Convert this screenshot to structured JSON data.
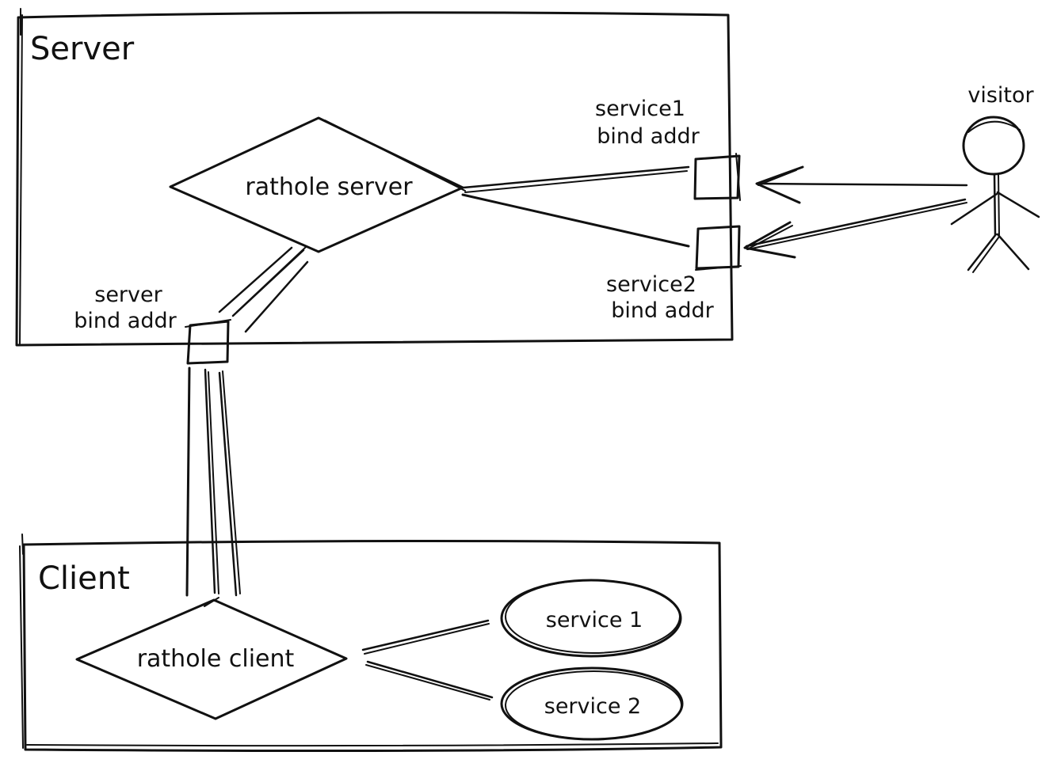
{
  "colors": {
    "stroke": "#111111",
    "background": "#ffffff"
  },
  "server_group": {
    "label": "Server",
    "rathole_server": {
      "label": "rathole server",
      "shape": "diamond"
    },
    "service1_port": {
      "label_line1": "service1",
      "label_line2": "bind addr",
      "shape": "square"
    },
    "service2_port": {
      "label_line1": "service2",
      "label_line2": "bind addr",
      "shape": "square"
    },
    "server_port": {
      "label_line1": "server",
      "label_line2": "bind addr",
      "shape": "square"
    }
  },
  "client_group": {
    "label": "Client",
    "rathole_client": {
      "label": "rathole client",
      "shape": "diamond"
    },
    "service1": {
      "label": "service 1",
      "shape": "ellipse"
    },
    "service2": {
      "label": "service 2",
      "shape": "ellipse"
    }
  },
  "visitor": {
    "label": "visitor",
    "shape": "stick-figure"
  }
}
